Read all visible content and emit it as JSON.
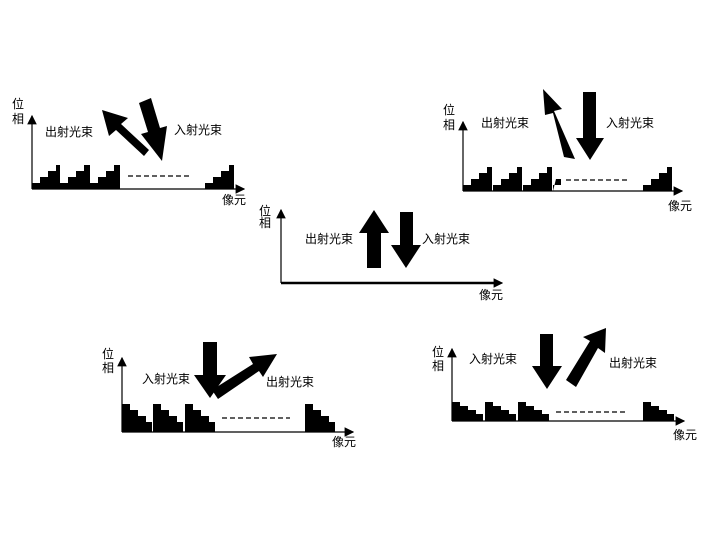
{
  "labels": {
    "phase_top": "位",
    "phase_bottom": "相",
    "pixel": "像元",
    "outgoing": "出射光束",
    "incoming": "入射光束"
  },
  "colors": {
    "ink": "#000000",
    "background": "#ffffff"
  }
}
